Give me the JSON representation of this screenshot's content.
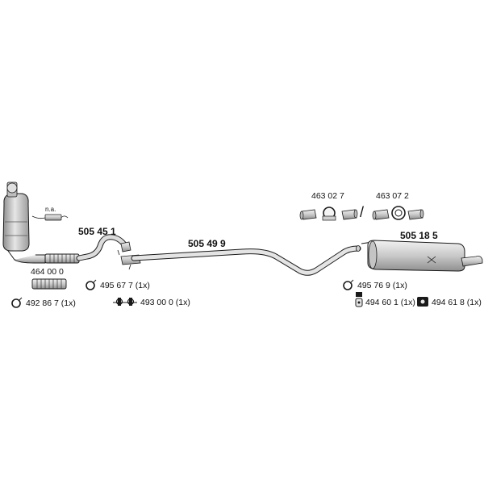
{
  "parts": {
    "front_pipe": "505 45 1",
    "intermediate_pipe": "505 49 9",
    "rear_silencer": "505 18 5",
    "flex_pipe": "464 00 0"
  },
  "sensor_note": "n.a.",
  "accessories": {
    "clamp_a": "463 02 7",
    "clamp_b": "463 07 2",
    "divider": "/",
    "gasket_front": "492 86 7 (1x)",
    "clamp_front": "495 67 7 (1x)",
    "bolt_set": "493 00 0 (1x)",
    "clamp_rear": "495 76 9 (1x)",
    "hanger_a": "494 60 1 (1x)",
    "hanger_b": "494 61 8 (1x)"
  },
  "colors": {
    "part_fill": "#d9d9d9",
    "line": "#1a1a1a",
    "background": "#ffffff"
  }
}
